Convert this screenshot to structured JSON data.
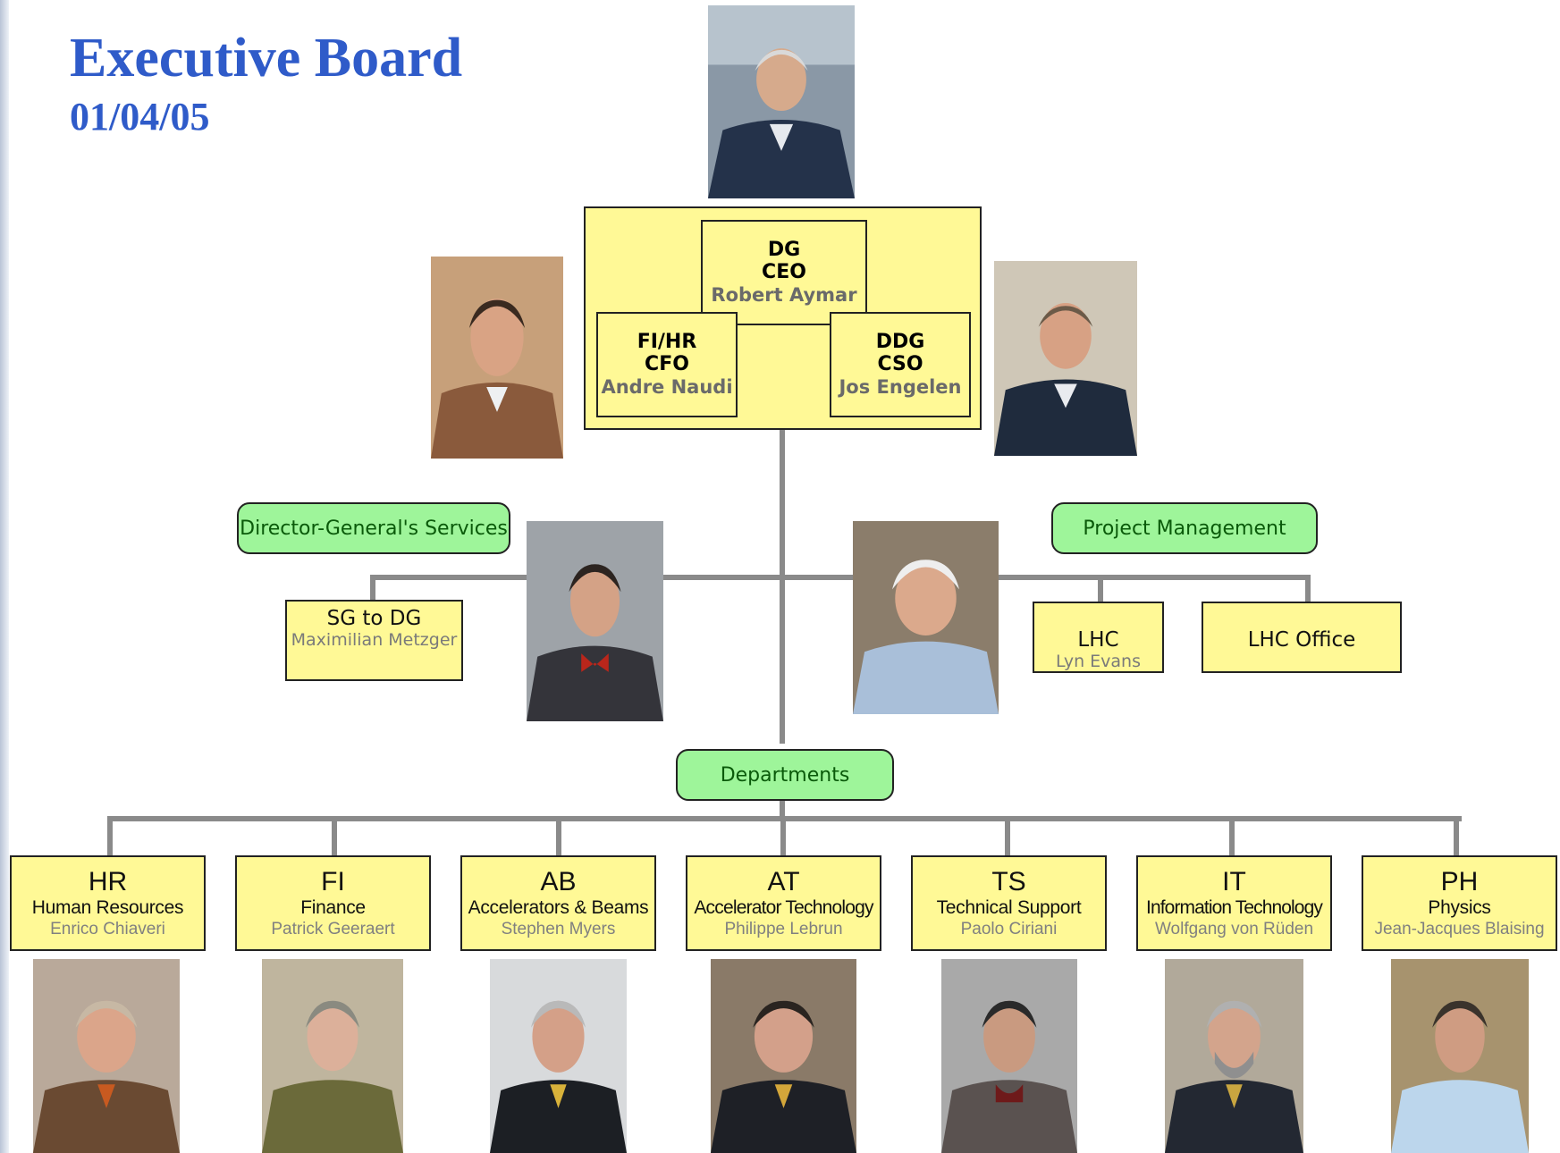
{
  "header": {
    "title": "Executive Board",
    "date": "01/04/05"
  },
  "executive": {
    "dg": {
      "lines": [
        "DG",
        "CEO"
      ],
      "name": "Robert Aymar"
    },
    "fihr": {
      "lines": [
        "FI/HR",
        "CFO"
      ],
      "name": "Andre Naudi"
    },
    "ddg": {
      "lines": [
        "DDG",
        "CSO"
      ],
      "name": "Jos Engelen"
    }
  },
  "groups": {
    "dg_services": "Director-General's Services",
    "project_management": "Project Management",
    "departments": "Departments"
  },
  "units": {
    "sg": {
      "title": "SG to DG",
      "name": "Maximilian Metzger"
    },
    "lhc": {
      "title": "LHC",
      "name": "Lyn Evans"
    },
    "lhc_office": {
      "title": "LHC Office"
    }
  },
  "departments": [
    {
      "code": "HR",
      "name": "Human Resources",
      "head": "Enrico Chiaveri"
    },
    {
      "code": "FI",
      "name": "Finance",
      "head": "Patrick Geeraert"
    },
    {
      "code": "AB",
      "name": "Accelerators & Beams",
      "head": "Stephen Myers"
    },
    {
      "code": "AT",
      "name": "Accelerator Technology",
      "head": "Philippe Lebrun"
    },
    {
      "code": "TS",
      "name": "Technical Support",
      "head": "Paolo Ciriani"
    },
    {
      "code": "IT",
      "name": "Information Technology",
      "head": "Wolfgang von Rüden"
    },
    {
      "code": "PH",
      "name": "Physics",
      "head": "Jean-Jacques Blaising"
    }
  ],
  "colors": {
    "title_blue": "#2f5bc9",
    "box_yellow": "#fff996",
    "box_green": "#9ef59a",
    "connector_gray": "#8a8a8a"
  }
}
